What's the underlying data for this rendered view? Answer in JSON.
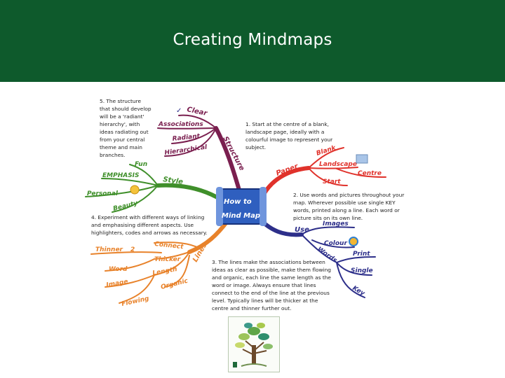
{
  "slide": {
    "title": "Creating Mindmaps",
    "colors": {
      "header": "#0e5a2c",
      "title_text": "#ffffff"
    }
  },
  "mindmap": {
    "center": {
      "line1": "How to",
      "line2": "Mind Map"
    },
    "branches": {
      "structure": {
        "label": "Structure",
        "color": "#7a1f4f",
        "keywords": {
          "clear": "Clear",
          "associations": "Associations",
          "radiant": "Radiant",
          "hierarchical": "Hierarchical"
        }
      },
      "paper": {
        "label": "Paper",
        "color": "#e0322b",
        "keywords": {
          "blank": "Blank",
          "landscape": "Landscape",
          "centre": "Centre",
          "start": "Start"
        }
      },
      "style": {
        "label": "Style",
        "color": "#3f8f2a",
        "keywords": {
          "fun": "Fun",
          "emphasis": "EMPHASIS",
          "personal": "Personal",
          "beauty": "Beauty"
        }
      },
      "use": {
        "label": "Use",
        "color": "#2d2f8a",
        "keywords": {
          "images": "Images",
          "words": "Words",
          "colour": "Colour",
          "print": "Print",
          "single": "Single",
          "key": "Key"
        }
      },
      "lines": {
        "label": "Lines",
        "color": "#e8822a",
        "keywords": {
          "connect": "Connect",
          "thinner": "Thinner",
          "two": "2",
          "thicker": "Thicker",
          "length": "Length",
          "word": "Word",
          "image": "Image",
          "organic": "Organic",
          "flowing": "Flowing"
        }
      }
    },
    "notes": {
      "n5": [
        "5. The structure",
        "that should develop",
        "will be a 'radiant'",
        "hierarchy', with",
        "ideas radiating out",
        "from your central",
        "theme and main",
        "branches."
      ],
      "n1": [
        "1. Start at the centre of a blank,",
        "landscape page, ideally with a",
        "colourful image to represent your",
        "subject."
      ],
      "n2": [
        "2. Use words and pictures throughout your",
        "map. Wherever possible use single KEY",
        "words, printed along a line. Each word or",
        "picture sits on its own line."
      ],
      "n4": [
        "4. Experiment with different ways of linking",
        "and emphasising different aspects. Use",
        "highlighters, codes and arrows as necessary."
      ],
      "n3": [
        "3. The lines make the associations between",
        "ideas as clear as possible, make them flowing",
        "and organic, each line the same length as the",
        "word or image. Always ensure that lines",
        "connect to the end of the line at the previous",
        "level. Typically lines will be thicker at the",
        "centre and thinner further out."
      ]
    }
  }
}
